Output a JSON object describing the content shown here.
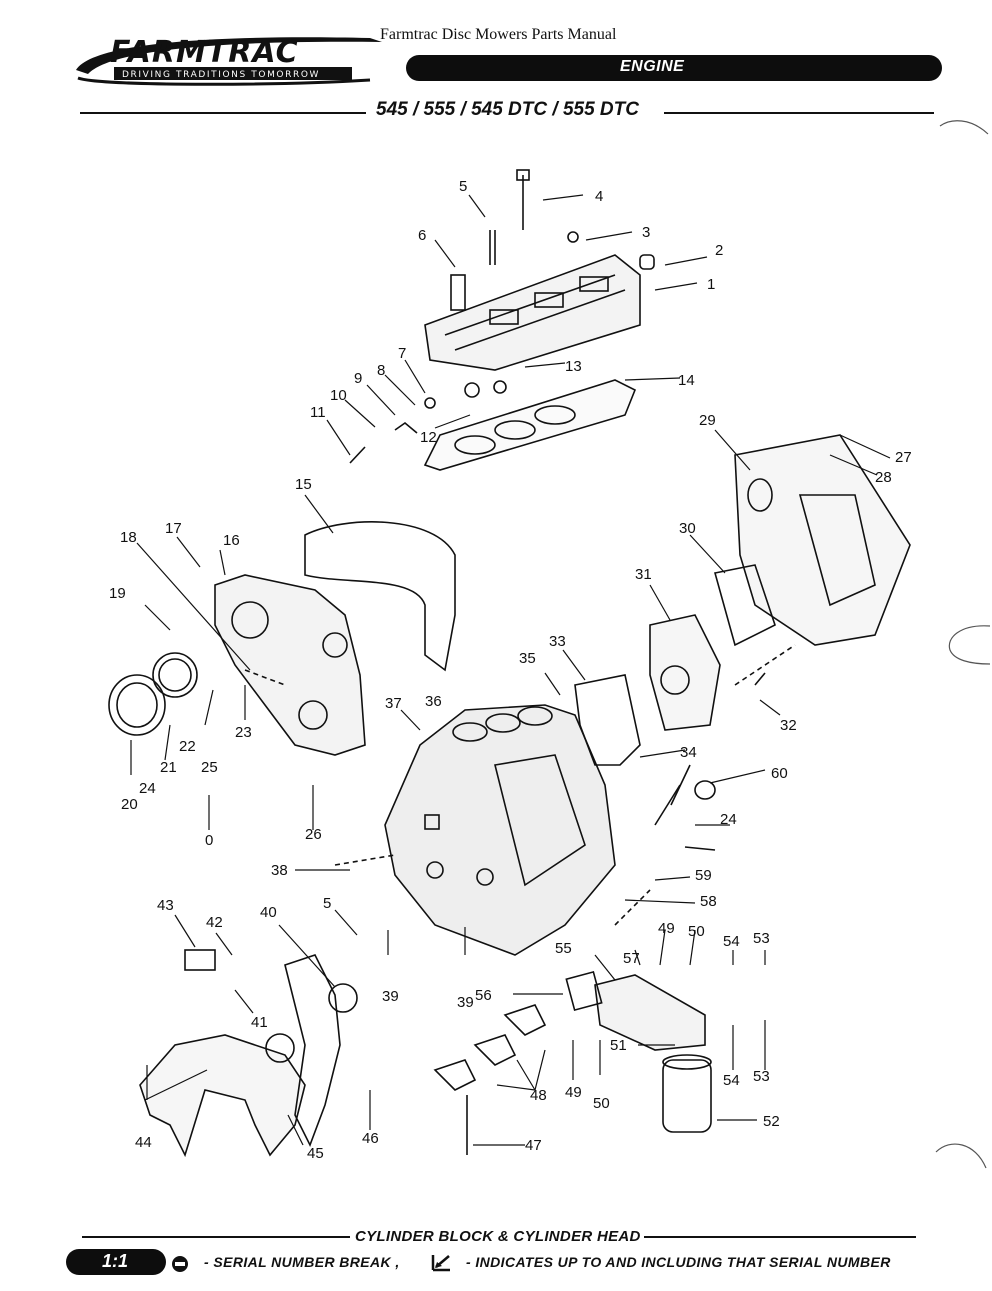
{
  "document": {
    "title": "Farmtrac Disc Mowers Parts Manual"
  },
  "logo": {
    "wordmark": "FARMTRAC",
    "tagline": "DRIVING TRADITIONS TOMORROW"
  },
  "header": {
    "section": "ENGINE",
    "models": "545 / 555 / 545 DTC / 555 DTC"
  },
  "diagram": {
    "callouts": [
      "1",
      "2",
      "3",
      "4",
      "5",
      "6",
      "7",
      "8",
      "9",
      "10",
      "11",
      "12",
      "13",
      "14",
      "15",
      "16",
      "17",
      "18",
      "19",
      "20",
      "21",
      "22",
      "23",
      "24",
      "25",
      "0",
      "26",
      "27",
      "28",
      "29",
      "30",
      "31",
      "32",
      "33",
      "34",
      "35",
      "36",
      "37",
      "38",
      "5",
      "39",
      "39",
      "40",
      "41",
      "42",
      "43",
      "44",
      "45",
      "46",
      "47",
      "48",
      "49",
      "50",
      "49",
      "50",
      "51",
      "52",
      "53",
      "54",
      "53",
      "54",
      "55",
      "56",
      "57",
      "58",
      "59",
      "60",
      "24"
    ]
  },
  "footer": {
    "title": "CYLINDER BLOCK & CYLINDER HEAD",
    "page": "1:1",
    "legend_serial": "- SERIAL NUMBER BREAK ,",
    "legend_arrow": "- INDICATES UP TO AND INCLUDING THAT SERIAL NUMBER"
  },
  "icons": {
    "serial_break": "serial-break-icon",
    "upto": "down-left-arrow-icon"
  }
}
